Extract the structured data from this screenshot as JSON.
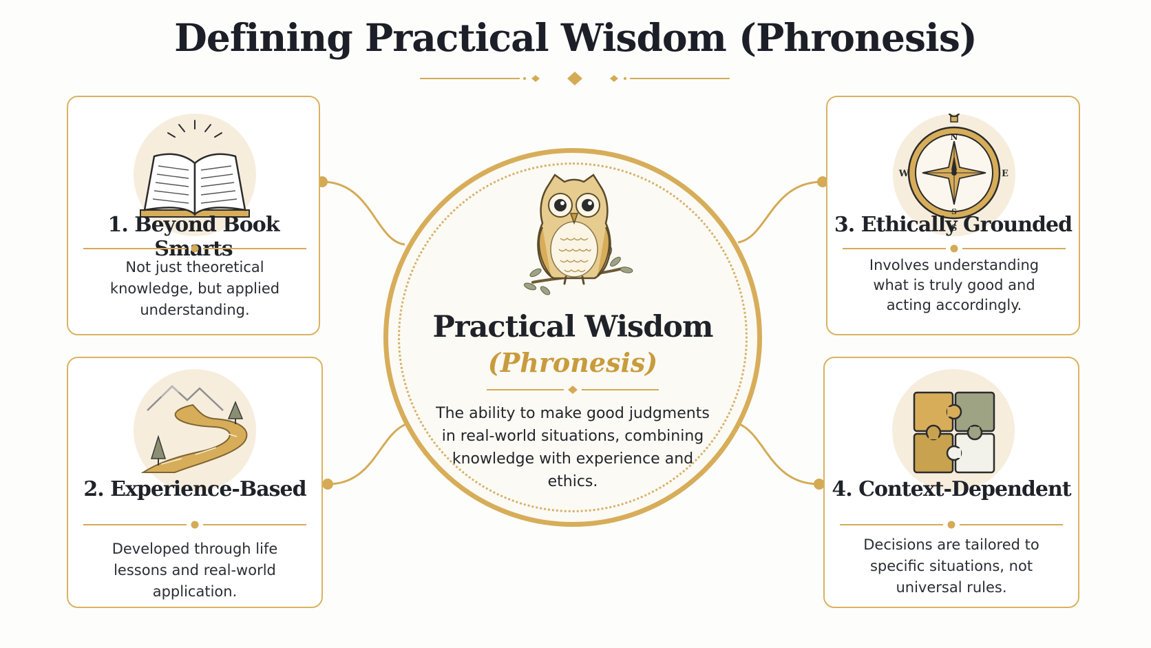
{
  "title": "Defining Practical Wisdom (Phronesis)",
  "center": {
    "title": "Practical Wisdom",
    "subtitle": "(Phronesis)",
    "description": "The ability to make good judgments in real-world situations, combining knowledge with experience and ethics.",
    "icon": "owl-icon"
  },
  "cards": [
    {
      "heading": "1. Beyond Book Smarts",
      "text": "Not just theoretical knowledge, but applied understanding.",
      "icon": "open-book-icon"
    },
    {
      "heading": "2. Experience-Based",
      "text": "Developed through life lessons and real-world application.",
      "icon": "winding-path-icon"
    },
    {
      "heading": "3. Ethically Grounded",
      "text": "Involves understanding what is truly good and acting accordingly.",
      "icon": "compass-icon"
    },
    {
      "heading": "4. Context-Dependent",
      "text": "Decisions are tailored to specific situations, not universal rules.",
      "icon": "puzzle-icon"
    }
  ],
  "compass": {
    "n": "N",
    "s": "S",
    "e": "E",
    "w": "W"
  },
  "colors": {
    "gold": "#d7ad5a",
    "accent_text": "#c89b3e",
    "sage": "#9ea384",
    "ink": "#1f2228"
  }
}
